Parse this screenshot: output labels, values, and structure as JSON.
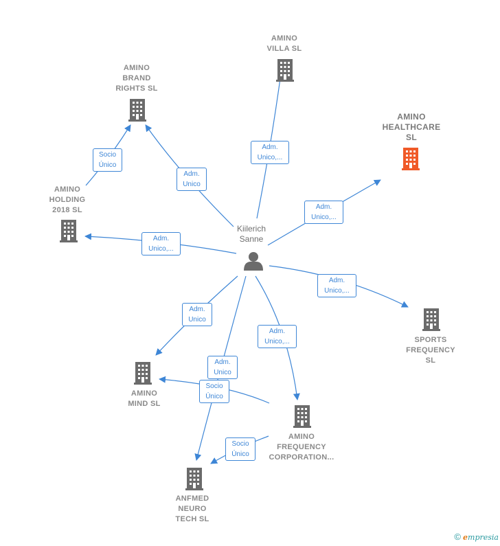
{
  "person": {
    "name": "Kiilerich\nSanne"
  },
  "companies": {
    "amino_villa": {
      "name": "AMINO\nVILLA  SL"
    },
    "amino_brand": {
      "name": "AMINO\nBRAND\nRIGHTS  SL"
    },
    "amino_healthcare": {
      "name": "AMINO\nHEALTHCARE\nSL"
    },
    "amino_holding": {
      "name": "AMINO\nHOLDING\n2018  SL"
    },
    "sports_frequency": {
      "name": "SPORTS\nFREQUENCY\nSL"
    },
    "amino_mind": {
      "name": "AMINO\nMIND  SL"
    },
    "amino_frequency": {
      "name": "AMINO\nFREQUENCY\nCORPORATION..."
    },
    "anfmed": {
      "name": "ANFMED\nNEURO\nTECH  SL"
    }
  },
  "relations": {
    "r_villa": "Adm.\nUnico,...",
    "r_brand": "Adm.\nUnico",
    "r_holding_brand": "Socio\nÚnico",
    "r_healthcare": "Adm.\nUnico,...",
    "r_holding": "Adm.\nUnico,...",
    "r_sports": "Adm.\nUnico,...",
    "r_mind": "Adm.\nUnico",
    "r_anfmed": "Adm.\nUnico",
    "r_frequency": "Adm.\nUnico,...",
    "r_freq_mind": "Socio\nÚnico",
    "r_freq_anfmed": "Socio\nÚnico"
  },
  "colors": {
    "edge": "#3e86d6",
    "building": "#6b6b6b",
    "building_highlight": "#f05a28",
    "person": "#6b6b6b"
  },
  "branding": {
    "copyright": "©",
    "initial": "e",
    "rest": "mpresia"
  }
}
